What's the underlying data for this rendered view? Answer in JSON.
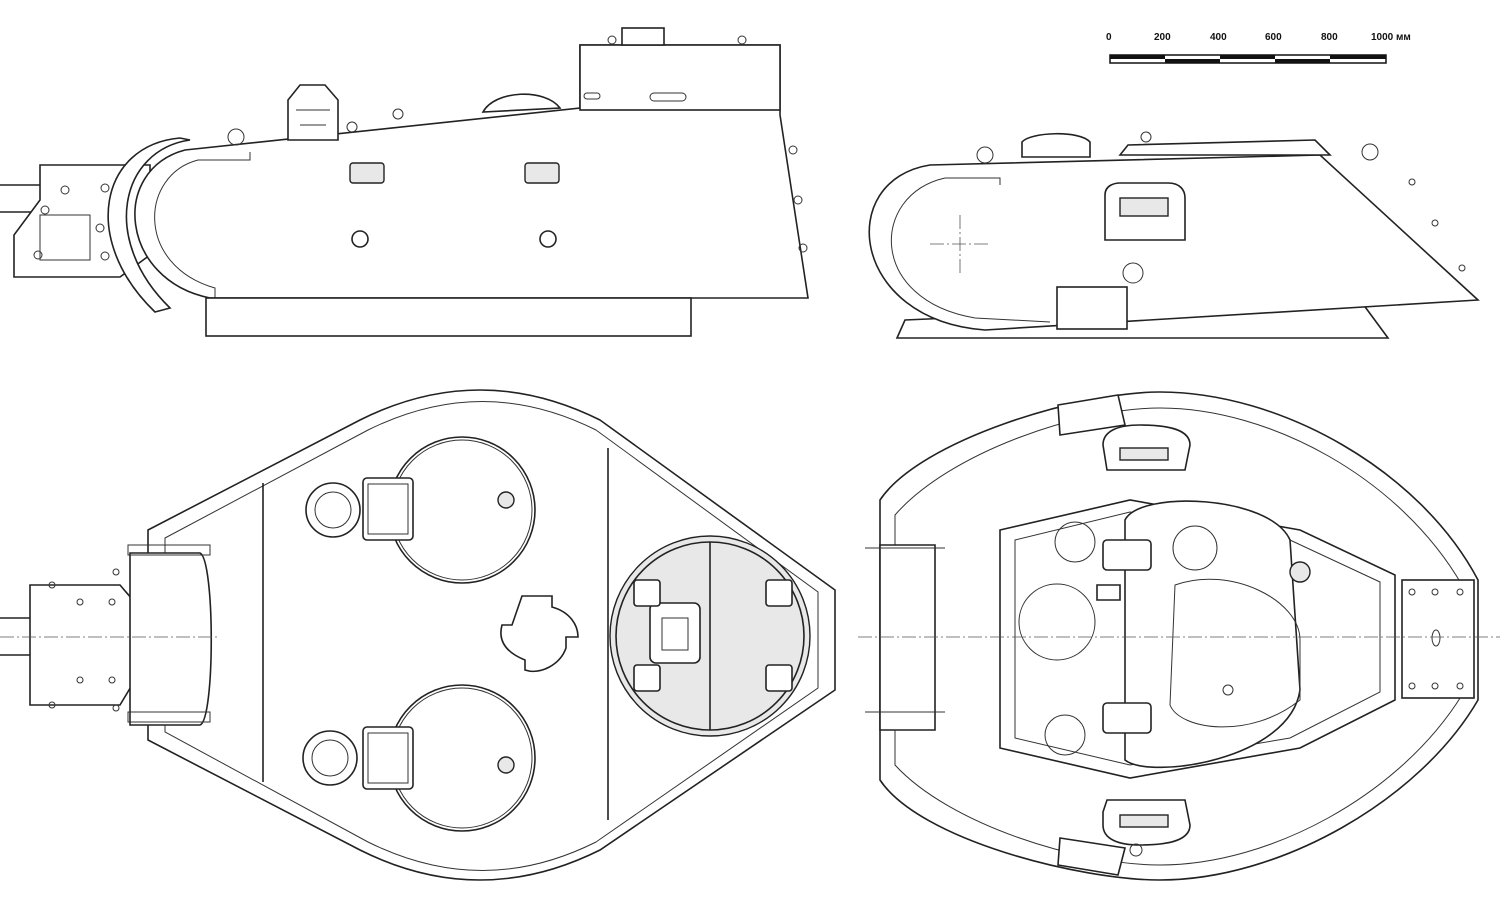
{
  "scale_bar": {
    "ticks": [
      "0",
      "200",
      "400",
      "600",
      "800"
    ],
    "end_label": "1000 мм"
  }
}
